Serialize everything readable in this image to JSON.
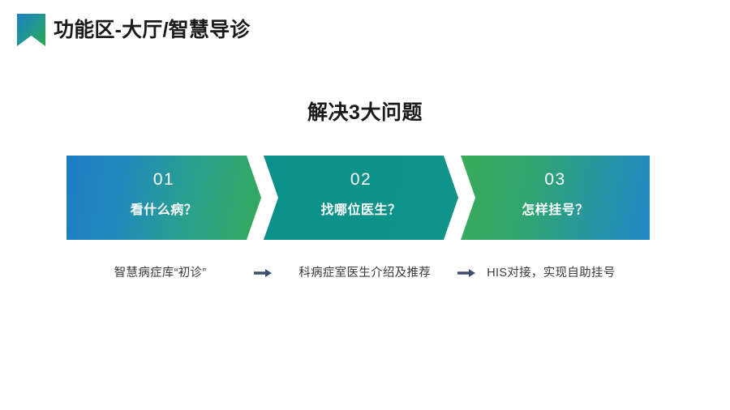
{
  "header": {
    "icon": "bookmark-ribbon-icon",
    "title": "功能区-大厅/智慧导诊",
    "icon_gradient_from": "#1f7fc2",
    "icon_gradient_to": "#2aa84a"
  },
  "section": {
    "title": "解决3大问题"
  },
  "steps": [
    {
      "number": "01",
      "label": "看什么病？",
      "caption": "智慧病症库“初诊”",
      "color_from": "#1d7dc4",
      "color_to": "#34a95b"
    },
    {
      "number": "02",
      "label": "找哪位医生？",
      "caption": "科病症室医生介绍及推荐",
      "color_from": "#0b8f8d",
      "color_to": "#109489"
    },
    {
      "number": "03",
      "label": "怎样挂号？",
      "caption": "HIS对接，实现自助挂号",
      "color_from": "#3aab57",
      "color_to": "#2188c6"
    }
  ],
  "flow": {
    "arrow_icon": "right-arrow-icon",
    "arrow_color": "#3d4f6e"
  }
}
